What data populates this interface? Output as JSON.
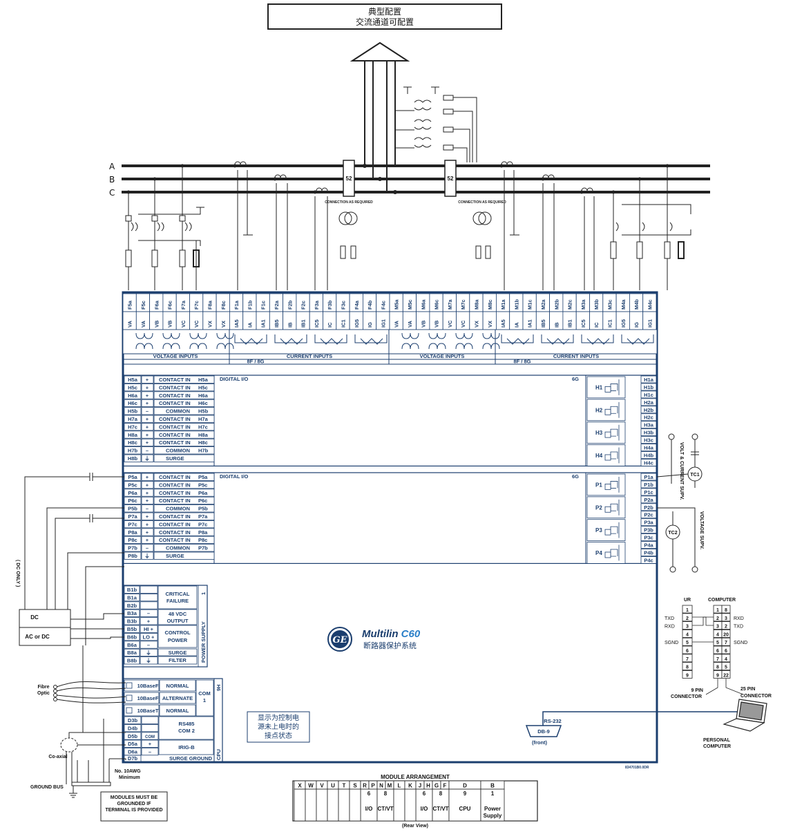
{
  "title": {
    "line1": "典型配置",
    "line2": "交流通道可配置"
  },
  "phases": [
    "A",
    "B",
    "C"
  ],
  "breaker_label": "52",
  "connection_note": "CONNECTION AS REQUIRED",
  "top_terminals": [
    {
      "t": "F5a",
      "s": "VA"
    },
    {
      "t": "F5c",
      "s": "VA"
    },
    {
      "t": "F6a",
      "s": "VB"
    },
    {
      "t": "F6c",
      "s": "VB"
    },
    {
      "t": "F7a",
      "s": "VC"
    },
    {
      "t": "F7c",
      "s": "VC"
    },
    {
      "t": "F8a",
      "s": "VX"
    },
    {
      "t": "F8c",
      "s": "VX"
    },
    {
      "t": "F1a",
      "s": "IA5"
    },
    {
      "t": "F1b",
      "s": "IA"
    },
    {
      "t": "F1c",
      "s": "IA1"
    },
    {
      "t": "F2a",
      "s": "IB5"
    },
    {
      "t": "F2b",
      "s": "IB"
    },
    {
      "t": "F2c",
      "s": "IB1"
    },
    {
      "t": "F3a",
      "s": "IC5"
    },
    {
      "t": "F3b",
      "s": "IC"
    },
    {
      "t": "F3c",
      "s": "IC1"
    },
    {
      "t": "F4a",
      "s": "IG5"
    },
    {
      "t": "F4b",
      "s": "IG"
    },
    {
      "t": "F4c",
      "s": "IG1"
    },
    {
      "t": "M5a",
      "s": "VA"
    },
    {
      "t": "M5c",
      "s": "VA"
    },
    {
      "t": "M6a",
      "s": "VB"
    },
    {
      "t": "M6c",
      "s": "VB"
    },
    {
      "t": "M7a",
      "s": "VC"
    },
    {
      "t": "M7c",
      "s": "VC"
    },
    {
      "t": "M8a",
      "s": "VX"
    },
    {
      "t": "M8c",
      "s": "VX"
    },
    {
      "t": "M1a",
      "s": "IA5"
    },
    {
      "t": "M1b",
      "s": "IA"
    },
    {
      "t": "M1c",
      "s": "IA1"
    },
    {
      "t": "M2a",
      "s": "IB5"
    },
    {
      "t": "M2b",
      "s": "IB"
    },
    {
      "t": "M2c",
      "s": "IB1"
    },
    {
      "t": "M3a",
      "s": "IC5"
    },
    {
      "t": "M3b",
      "s": "IC"
    },
    {
      "t": "M3c",
      "s": "IC1"
    },
    {
      "t": "M4a",
      "s": "IG5"
    },
    {
      "t": "M4b",
      "s": "IG"
    },
    {
      "t": "M4c",
      "s": "IG1"
    }
  ],
  "section_labels": {
    "voltage": "VOLTAGE INPUTS",
    "current": "CURRENT INPUTS",
    "module_8f": "8F / 8G",
    "digital_io": "DIGITAL I/O",
    "module_6g": "6G"
  },
  "h_rows": [
    {
      "t": "H5a",
      "p": "+",
      "l": "CONTACT IN",
      "r": "H5a"
    },
    {
      "t": "H5c",
      "p": "+",
      "l": "CONTACT IN",
      "r": "H5c"
    },
    {
      "t": "H6a",
      "p": "+",
      "l": "CONTACT IN",
      "r": "H6a"
    },
    {
      "t": "H6c",
      "p": "+",
      "l": "CONTACT IN",
      "r": "H6c"
    },
    {
      "t": "H5b",
      "p": "–",
      "l": "COMMON",
      "r": "H5b"
    },
    {
      "t": "H7a",
      "p": "+",
      "l": "CONTACT IN",
      "r": "H7a"
    },
    {
      "t": "H7c",
      "p": "+",
      "l": "CONTACT IN",
      "r": "H7c"
    },
    {
      "t": "H8a",
      "p": "+",
      "l": "CONTACT IN",
      "r": "H8a"
    },
    {
      "t": "H8c",
      "p": "+",
      "l": "CONTACT IN",
      "r": "H8c"
    },
    {
      "t": "H7b",
      "p": "–",
      "l": "COMMON",
      "r": "H7b"
    },
    {
      "t": "H8b",
      "p": "⏚",
      "l": "SURGE",
      "r": ""
    }
  ],
  "p_rows": [
    {
      "t": "P5a",
      "p": "+",
      "l": "CONTACT IN",
      "r": "P5a"
    },
    {
      "t": "P5c",
      "p": "+",
      "l": "CONTACT IN",
      "r": "P5c"
    },
    {
      "t": "P6a",
      "p": "+",
      "l": "CONTACT IN",
      "r": "P6a"
    },
    {
      "t": "P6c",
      "p": "+",
      "l": "CONTACT IN",
      "r": "P6c"
    },
    {
      "t": "P5b",
      "p": "–",
      "l": "COMMON",
      "r": "P5b"
    },
    {
      "t": "P7a",
      "p": "+",
      "l": "CONTACT IN",
      "r": "P7a"
    },
    {
      "t": "P7c",
      "p": "+",
      "l": "CONTACT IN",
      "r": "P7c"
    },
    {
      "t": "P8a",
      "p": "+",
      "l": "CONTACT IN",
      "r": "P8a"
    },
    {
      "t": "P8c",
      "p": "+",
      "l": "CONTACT IN",
      "r": "P8c"
    },
    {
      "t": "P7b",
      "p": "–",
      "l": "COMMON",
      "r": "P7b"
    },
    {
      "t": "P8b",
      "p": "⏚",
      "l": "SURGE",
      "r": ""
    }
  ],
  "h_outputs": [
    "H1",
    "H2",
    "H3",
    "H4"
  ],
  "p_outputs": [
    "P1",
    "P2",
    "P3",
    "P4"
  ],
  "h_right_terms": [
    "H1a",
    "H1b",
    "H1c",
    "H2a",
    "H2b",
    "H2c",
    "H3a",
    "H3b",
    "H3c",
    "H4a",
    "H4b",
    "H4c"
  ],
  "p_right_terms": [
    "P1a",
    "P1b",
    "P1c",
    "P2a",
    "P2b",
    "P2c",
    "P3a",
    "P3b",
    "P3c",
    "P4a",
    "P4b",
    "P4c"
  ],
  "tc1": "TC1",
  "tc2": "TC2",
  "volt_current_supv": "VOLT & CURRENT SUPV.",
  "voltage_supv": "VOLTAGE SUPV.",
  "power_supply": {
    "rows": [
      {
        "t": "B1b",
        "p": ""
      },
      {
        "t": "B1a",
        "p": ""
      },
      {
        "t": "B2b",
        "p": ""
      },
      {
        "t": "B3a",
        "p": "–"
      },
      {
        "t": "B3b",
        "p": "+"
      },
      {
        "t": "B5b",
        "p": "HI +"
      },
      {
        "t": "B6b",
        "p": "LO +"
      },
      {
        "t": "B6a",
        "p": "–"
      },
      {
        "t": "B8a",
        "p": "⏚"
      },
      {
        "t": "B8b",
        "p": "⏚"
      }
    ],
    "critical_failure": "CRITICAL FAILURE",
    "output_48vdc": "48 VDC OUTPUT",
    "control_power": "CONTROL POWER",
    "surge": "SURGE",
    "filter": "FILTER",
    "side_label": "POWER SUPPLY",
    "slot_num": "1"
  },
  "sources": {
    "dc": "DC",
    "ac_or_dc": "AC or DC",
    "dc_only": "( DC ONLY )"
  },
  "cpu": {
    "com1_rows": [
      {
        "port": "10BaseF",
        "mode": "NORMAL"
      },
      {
        "port": "10BaseF",
        "mode": "ALTERNATE"
      },
      {
        "port": "10BaseT",
        "mode": "NORMAL"
      }
    ],
    "com1": "COM 1",
    "slot_9h": "9H",
    "rs485_rows": [
      "D3b",
      "D4b",
      "D5b"
    ],
    "rs485_com_label": "COM",
    "rs485": "RS485 COM 2",
    "irig_rows": [
      {
        "t": "D5a",
        "p": "+"
      },
      {
        "t": "D6a",
        "p": "–"
      }
    ],
    "irigb": "IRIG-B",
    "d7b": "D7b",
    "surge_ground": "SURGE GROUND",
    "side_label": "CPU"
  },
  "fibre_optic": "Fibre Optic",
  "coaxial": "Co-axial",
  "awg_note": "No. 10AWG Minimum",
  "ground_bus": "GROUND BUS",
  "ground_note": "MODULES MUST BE GROUNDED IF TERMINAL IS PROVIDED",
  "logo": {
    "brand": "Multilin",
    "model": "C60",
    "subtitle": "断路器保护系统"
  },
  "control_note": {
    "line1": "显示为控制电",
    "line2": "源未上电时的",
    "line3": "接点状态"
  },
  "rs232": "RS-232",
  "db9": "DB-9",
  "db9_front": "(front)",
  "doc_code": "834701B0.0DR",
  "serial": {
    "ur": "UR",
    "computer": "COMPUTER",
    "ur_pins": [
      "1",
      "2",
      "3",
      "4",
      "5",
      "6",
      "7",
      "8",
      "9"
    ],
    "ur_signals": [
      "",
      "TXD",
      "RXD",
      "",
      "SGND",
      "",
      "",
      "",
      ""
    ],
    "pc_pins_9": [
      "1",
      "2",
      "3",
      "4",
      "5",
      "6",
      "7",
      "8",
      "9"
    ],
    "pc_pins_25": [
      "8",
      "3",
      "2",
      "20",
      "7",
      "6",
      "4",
      "5",
      "22"
    ],
    "pc_signals": [
      "",
      "RXD",
      "TXD",
      "",
      "SGND",
      "",
      "",
      "",
      ""
    ],
    "pin9": "9 PIN CONNECTOR",
    "pin25": "25 PIN CONNECTOR",
    "pc": "PERSONAL COMPUTER"
  },
  "module_arrangement": {
    "title": "MODULE ARRANGEMENT",
    "slots": [
      "X",
      "W",
      "V",
      "U",
      "T",
      "S",
      "R",
      "P",
      "N",
      "M",
      "L",
      "K",
      "J",
      "H",
      "G",
      "F",
      "D",
      "B"
    ],
    "modules": [
      {
        "slot": "P",
        "num": "6",
        "name": "I/O"
      },
      {
        "slot": "M",
        "num": "8",
        "name": "CT/VT"
      },
      {
        "slot": "H",
        "num": "6",
        "name": "I/O"
      },
      {
        "slot": "F",
        "num": "8",
        "name": "CT/VT"
      },
      {
        "slot": "D",
        "num": "9",
        "name": "CPU"
      },
      {
        "slot": "B",
        "num": "1",
        "name": "Power Supply"
      }
    ],
    "rear_view": "(Rear View)"
  }
}
